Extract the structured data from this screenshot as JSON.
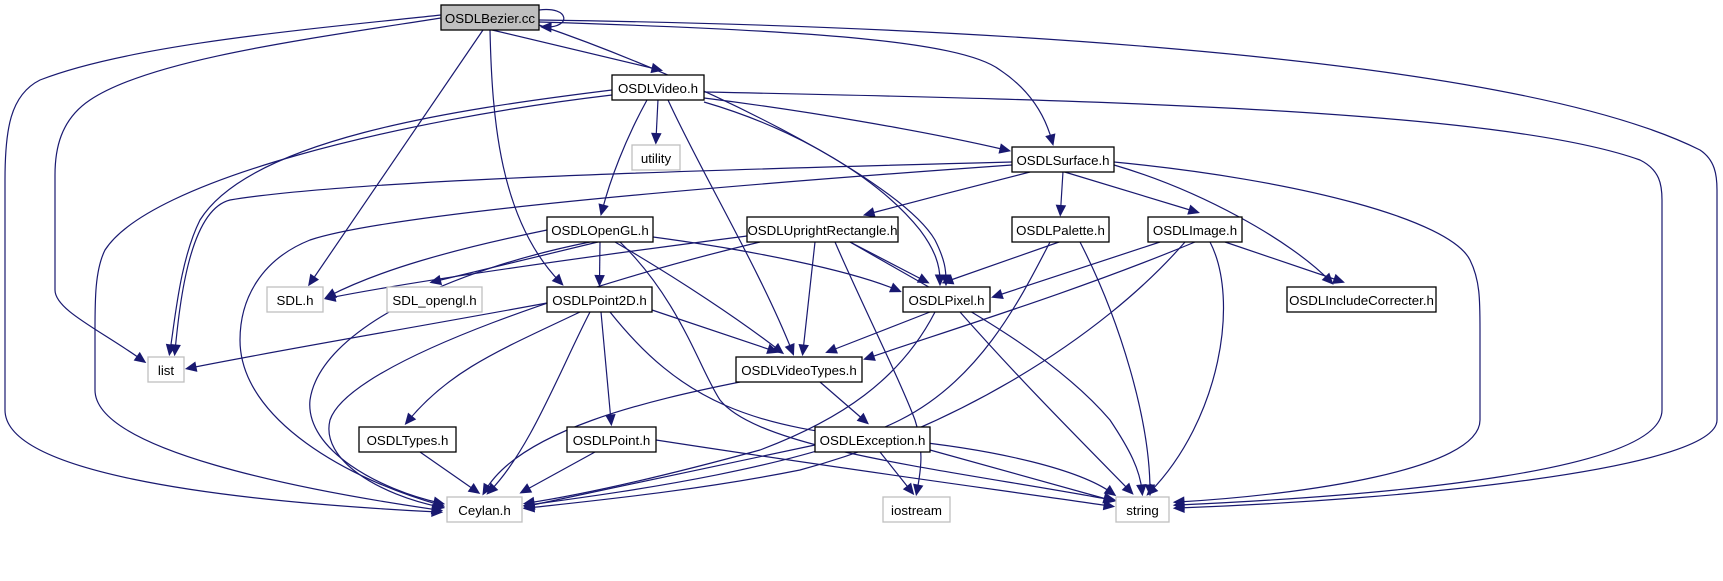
{
  "diagram": {
    "title": "OSDLBezier.cc include dependency graph",
    "colors": {
      "edge": "#191970",
      "root_fill": "#bfbfbf",
      "project_border": "#000000",
      "external_border": "#bfbfbf"
    },
    "nodes": [
      {
        "id": "bezier",
        "label": "OSDLBezier.cc",
        "kind": "root"
      },
      {
        "id": "video",
        "label": "OSDLVideo.h",
        "kind": "project"
      },
      {
        "id": "utility",
        "label": "utility",
        "kind": "external"
      },
      {
        "id": "surface",
        "label": "OSDLSurface.h",
        "kind": "project"
      },
      {
        "id": "opengl",
        "label": "OSDLOpenGL.h",
        "kind": "project"
      },
      {
        "id": "uprect",
        "label": "OSDLUprightRectangle.h",
        "kind": "project"
      },
      {
        "id": "palette",
        "label": "OSDLPalette.h",
        "kind": "project"
      },
      {
        "id": "image",
        "label": "OSDLImage.h",
        "kind": "project"
      },
      {
        "id": "sdl",
        "label": "SDL.h",
        "kind": "external"
      },
      {
        "id": "sdlgl",
        "label": "SDL_opengl.h",
        "kind": "external"
      },
      {
        "id": "point2d",
        "label": "OSDLPoint2D.h",
        "kind": "project"
      },
      {
        "id": "pixel",
        "label": "OSDLPixel.h",
        "kind": "project"
      },
      {
        "id": "inccorr",
        "label": "OSDLIncludeCorrecter.h",
        "kind": "project"
      },
      {
        "id": "list",
        "label": "list",
        "kind": "external"
      },
      {
        "id": "videotypes",
        "label": "OSDLVideoTypes.h",
        "kind": "project"
      },
      {
        "id": "types",
        "label": "OSDLTypes.h",
        "kind": "project"
      },
      {
        "id": "point",
        "label": "OSDLPoint.h",
        "kind": "project"
      },
      {
        "id": "exception",
        "label": "OSDLException.h",
        "kind": "project"
      },
      {
        "id": "ceylan",
        "label": "Ceylan.h",
        "kind": "external"
      },
      {
        "id": "iostream",
        "label": "iostream",
        "kind": "external"
      },
      {
        "id": "string",
        "label": "string",
        "kind": "external"
      }
    ],
    "edges": [
      [
        "bezier",
        "bezier"
      ],
      [
        "bezier",
        "video"
      ],
      [
        "bezier",
        "surface"
      ],
      [
        "bezier",
        "pixel"
      ],
      [
        "bezier",
        "sdl"
      ],
      [
        "bezier",
        "point2d"
      ],
      [
        "bezier",
        "list"
      ],
      [
        "bezier",
        "ceylan"
      ],
      [
        "bezier",
        "string"
      ],
      [
        "video",
        "utility"
      ],
      [
        "video",
        "surface"
      ],
      [
        "video",
        "opengl"
      ],
      [
        "video",
        "pixel"
      ],
      [
        "video",
        "videotypes"
      ],
      [
        "video",
        "list"
      ],
      [
        "video",
        "ceylan"
      ],
      [
        "video",
        "string"
      ],
      [
        "surface",
        "uprect"
      ],
      [
        "surface",
        "palette"
      ],
      [
        "surface",
        "image"
      ],
      [
        "surface",
        "inccorr"
      ],
      [
        "surface",
        "list"
      ],
      [
        "surface",
        "ceylan"
      ],
      [
        "surface",
        "string"
      ],
      [
        "opengl",
        "sdl"
      ],
      [
        "opengl",
        "sdlgl"
      ],
      [
        "opengl",
        "point2d"
      ],
      [
        "opengl",
        "pixel"
      ],
      [
        "opengl",
        "videotypes"
      ],
      [
        "opengl",
        "ceylan"
      ],
      [
        "opengl",
        "string"
      ],
      [
        "uprect",
        "sdl"
      ],
      [
        "uprect",
        "pixel"
      ],
      [
        "uprect",
        "videotypes"
      ],
      [
        "uprect",
        "iostream"
      ],
      [
        "uprect",
        "ceylan"
      ],
      [
        "uprect",
        "string"
      ],
      [
        "palette",
        "pixel"
      ],
      [
        "palette",
        "ceylan"
      ],
      [
        "palette",
        "string"
      ],
      [
        "image",
        "pixel"
      ],
      [
        "image",
        "videotypes"
      ],
      [
        "image",
        "inccorr"
      ],
      [
        "image",
        "ceylan"
      ],
      [
        "image",
        "string"
      ],
      [
        "point2d",
        "list"
      ],
      [
        "point2d",
        "videotypes"
      ],
      [
        "point2d",
        "types"
      ],
      [
        "point2d",
        "point"
      ],
      [
        "point2d",
        "ceylan"
      ],
      [
        "point2d",
        "string"
      ],
      [
        "pixel",
        "videotypes"
      ],
      [
        "pixel",
        "ceylan"
      ],
      [
        "pixel",
        "string"
      ],
      [
        "videotypes",
        "exception"
      ],
      [
        "videotypes",
        "ceylan"
      ],
      [
        "types",
        "ceylan"
      ],
      [
        "point",
        "ceylan"
      ],
      [
        "point",
        "string"
      ],
      [
        "exception",
        "iostream"
      ],
      [
        "exception",
        "ceylan"
      ],
      [
        "exception",
        "string"
      ]
    ]
  }
}
